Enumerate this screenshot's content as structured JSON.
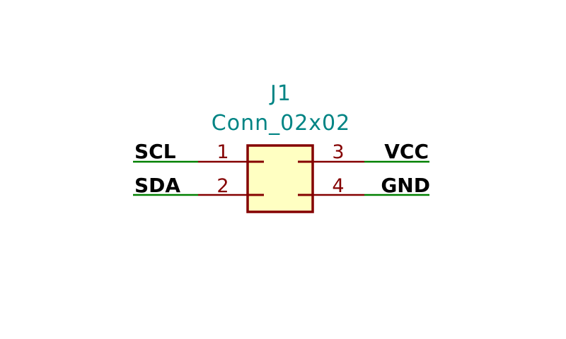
{
  "colors": {
    "background": "#ffffff",
    "component": "#840000",
    "component_fill": "#ffffc2",
    "reference_text": "#008484",
    "wire": "#008000",
    "label_text": "#000000"
  },
  "component": {
    "reference": "J1",
    "value": "Conn_02x02",
    "pins": [
      {
        "number": "1",
        "net": "SCL"
      },
      {
        "number": "2",
        "net": "SDA"
      },
      {
        "number": "3",
        "net": "VCC"
      },
      {
        "number": "4",
        "net": "GND"
      }
    ]
  }
}
